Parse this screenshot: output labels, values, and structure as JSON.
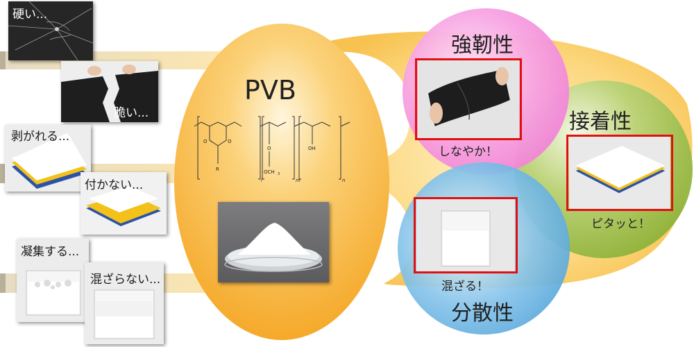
{
  "center": {
    "title": "PVB"
  },
  "chem": {
    "sub_l": "l",
    "sub_m": "m",
    "sub_n": "n",
    "r": "R",
    "och3": "OCH",
    "och3_sub": "3",
    "oh": "OH",
    "o": "O"
  },
  "problems": {
    "hard": "硬い...",
    "brittle": "脆い...",
    "peel": "剥がれる...",
    "notstick": "付かない...",
    "aggregate": "凝集する...",
    "notmix": "混ざらない..."
  },
  "properties": {
    "toughness": {
      "title": "強靭性",
      "caption": "しなやか！"
    },
    "adhesion": {
      "title": "接着性",
      "caption": "ピタッと！"
    },
    "dispersion": {
      "title": "分散性",
      "caption": "混ざる！"
    }
  },
  "colors": {
    "pvb_orange": "#f7b43a",
    "pink": "#f58ad8",
    "green": "#9fbe4a",
    "blue": "#5aa9dc",
    "frame_red": "#e01010"
  }
}
